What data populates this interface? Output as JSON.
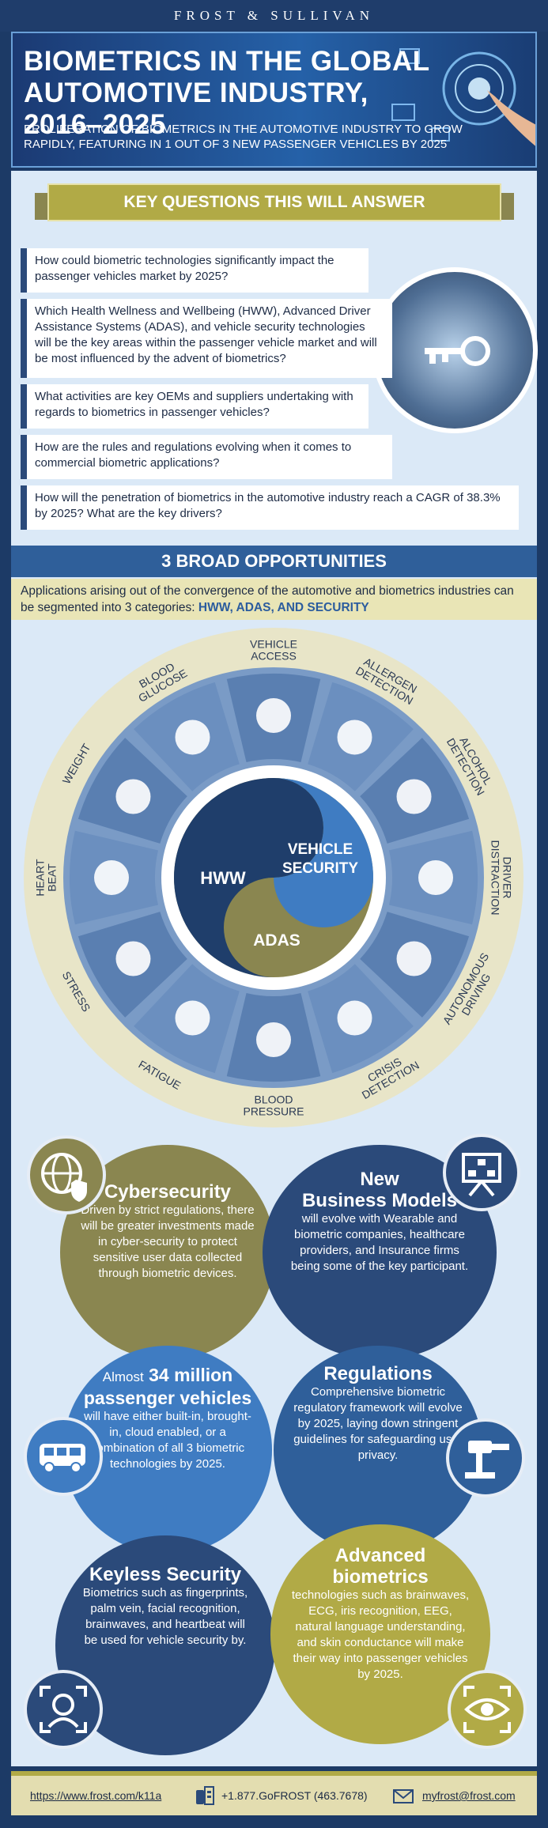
{
  "brand": "FROST & SULLIVAN",
  "hero": {
    "title_line1": "BIOMETRICS IN THE GLOBAL",
    "title_line2": "AUTOMOTIVE INDUSTRY, 2016–2025",
    "subtitle": "PROLIFERATION OF BIOMETRICS IN THE AUTOMOTIVE INDUSTRY TO GROW RAPIDLY, FEATURING IN 1 OUT OF 3 NEW PASSENGER VEHICLES BY 2025"
  },
  "key_questions": {
    "title": "KEY QUESTIONS THIS WILL ANSWER",
    "items": [
      "How could biometric technologies significantly impact the passenger vehicles market by 2025?",
      "Which Health Wellness and Wellbeing (HWW), Advanced Driver Assistance Systems (ADAS), and vehicle security technologies will be the key areas within the passenger vehicle market and will be most influenced by the advent of biometrics?",
      "What activities are key OEMs and suppliers undertaking with regards to biometrics in passenger vehicles?",
      "How are the rules and regulations evolving when it comes to commercial biometric applications?",
      "How will the penetration of biometrics in the automotive industry reach a CAGR of 38.3% by 2025? What are the key drivers?"
    ]
  },
  "opportunities": {
    "title": "3 BROAD OPPORTUNITIES",
    "text": "Applications arising out of the convergence of the automotive and biometrics industries can be segmented into 3 categories:",
    "categories_text": "HWW, ADAS, AND SECURITY",
    "center": {
      "hww": "HWW",
      "vehicle": "VEHICLE",
      "security": "SECURITY",
      "adas": "ADAS"
    },
    "segments": [
      "VEHICLE ACCESS",
      "ALLERGEN DETECTION",
      "ALCOHOL DETECTION",
      "DRIVER DISTRACTION",
      "AUTONOMOUS DRIVING",
      "CRISIS DETECTION",
      "BLOOD PRESSURE",
      "FATIGUE",
      "STRESS",
      "HEART BEAT",
      "WEIGHT",
      "BLOOD GLUCOSE"
    ]
  },
  "cybersecurity": {
    "title": "Cybersecurity",
    "text": "Driven by strict regulations, there will be greater investments made in cyber-security to protect sensitive user data collected through biometric devices."
  },
  "business": {
    "title_line1": "New",
    "title_line2": "Business Models",
    "text": "will evolve with Wearable and biometric companies, healthcare providers, and Insurance firms being some of the key participant."
  },
  "vehicles": {
    "almost": "Almost",
    "highlight": "34 million",
    "highlight2": "passenger vehicles",
    "text": "will have either built-in, brought-in, cloud enabled, or a combination of all 3 biometric technologies by 2025."
  },
  "regulations": {
    "title": "Regulations",
    "text": "Comprehensive biometric regulatory framework will evolve by 2025, laying down stringent guidelines for safeguarding user privacy."
  },
  "keyless": {
    "title": "Keyless Security",
    "text": "Biometrics such as fingerprints, palm vein, facial recognition, brainwaves, and heartbeat will be used for vehicle security by."
  },
  "advanced": {
    "title_line1": "Advanced",
    "title_line2": "biometrics",
    "text": "technologies such as brainwaves, ECG, iris recognition, EEG, natural language understanding, and skin conductance will make their way into passenger vehicles by 2025."
  },
  "footer": {
    "url": "https://www.frost.com/k11a",
    "phone": "+1.877.GoFROST (463.7678)",
    "email": "myfrost@frost.com"
  },
  "colors": {
    "navy": "#2b4a7a",
    "olive": "#8a8650",
    "gold": "#b1aa46",
    "blue": "#3f7cc2"
  }
}
